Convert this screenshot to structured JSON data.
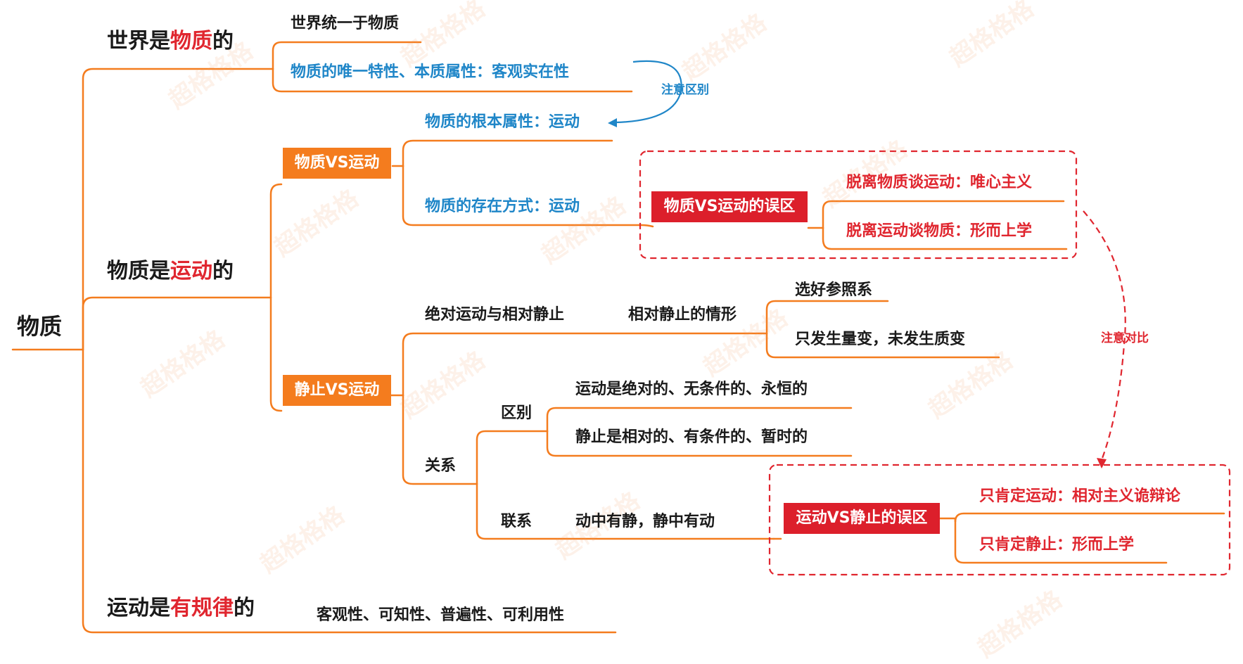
{
  "root": "物质",
  "branch1": {
    "pre": "世界是",
    "hl": "物质",
    "post": "的",
    "items": [
      "世界统一于物质",
      "物质的唯一特性、本质属性：客观实在性"
    ]
  },
  "branch2": {
    "pre": "物质是",
    "hl": "运动",
    "post": "的"
  },
  "branch3": {
    "pre": "运动是",
    "hl": "有规律",
    "post": "的",
    "item": "客观性、可知性、普遍性、可利用性"
  },
  "box_matter_motion": "物质VS运动",
  "matter_motion_items": [
    "物质的根本属性：运动",
    "物质的存在方式：运动"
  ],
  "note_difference": "注意区别",
  "box_mistake1": "物质VS运动的误区",
  "mistake1_items": [
    "脱离物质谈运动：唯心主义",
    "脱离运动谈物质：形而上学"
  ],
  "note_contrast": "注意对比",
  "box_rest_motion": "静止VS运动",
  "absolute_relative": "绝对运动与相对静止",
  "relative_rest_case": "相对静止的情形",
  "rest_cases": [
    "选好参照系",
    "只发生量变，未发生质变"
  ],
  "relation": "关系",
  "difference": "区别",
  "difference_items": [
    "运动是绝对的、无条件的、永恒的",
    "静止是相对的、有条件的、暂时的"
  ],
  "connection": "联系",
  "connection_item": "动中有静，静中有动",
  "box_mistake2": "运动VS静止的误区",
  "mistake2_items": [
    "只肯定运动：相对主义诡辩论",
    "只肯定静止：形而上学"
  ],
  "watermark": "超格格格",
  "colors": {
    "orange": "#f47c1e",
    "red": "#e0262f",
    "blue": "#1f86c8"
  }
}
